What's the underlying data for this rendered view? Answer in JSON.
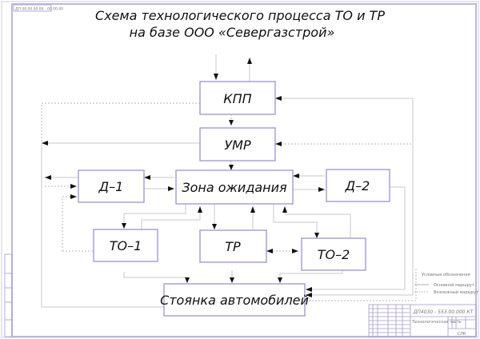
{
  "title": {
    "line1": "Схема технологического процесса ТО и ТР",
    "line2": "на базе ООО «Севергазстрой»"
  },
  "corner_stamp": "ДП 00.00.00.00 - 00.00.00",
  "blocks": {
    "kpp": "КПП",
    "umr": "УМР",
    "zona": "Зона ожидания",
    "d1": "Д–1",
    "d2": "Д–2",
    "to1": "ТО–1",
    "tr": "ТР",
    "to2": "ТО–2",
    "stoyanka": "Стоянка автомобилей"
  },
  "legend": {
    "title": "Условные обозначения",
    "main_route": "Основной маршрут",
    "possible_route": "Возможный маршрут"
  },
  "title_block": {
    "code": "ДП4030 - 553.00.000 КТ",
    "part_name": "Технологическая часть",
    "group": "СЛК"
  },
  "colors": {
    "frame": "#bdb8dc",
    "block_border": "#a49ad6",
    "route_line": "#c8c8c8",
    "arrow": "#111111"
  }
}
